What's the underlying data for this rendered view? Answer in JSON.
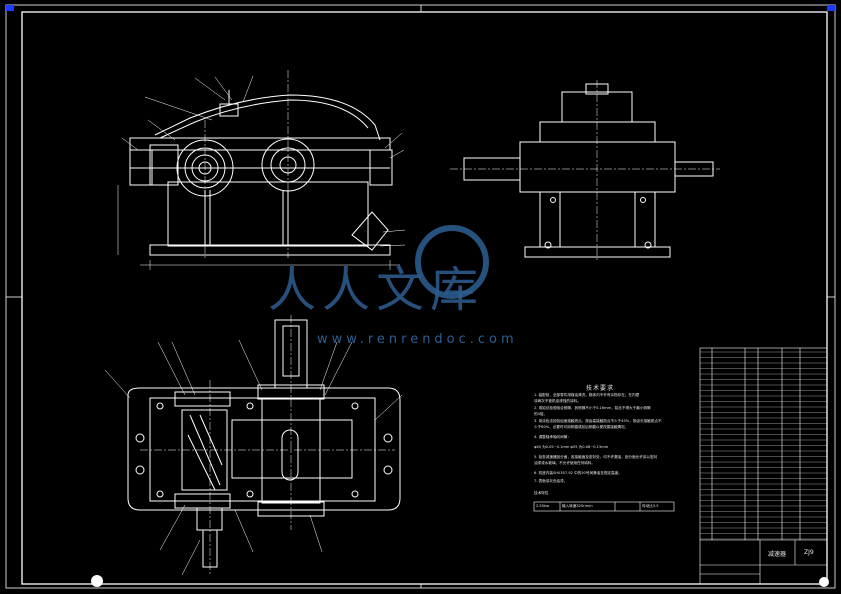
{
  "drawing": {
    "technical_requirements_title": "技术要求",
    "technical_requirements": [
      "1. 装配前，全部零件用煤油清洗，箱体内不许有杂物存在。在内壁",
      "   涂两次不被机油浸蚀的涂料。",
      "2. 用铅丝检验啮合侧隙，其侧隙不小于0.16mm，铅丝不得大于最小侧隙",
      "   的4倍。",
      "3. 用涂色法检验齿面接触斑点，按齿高接触斑点不少于45%，按齿长接触斑点不",
      "   少于60%，必要时可用研磨或刮后研磨以便改善接触情况。",
      "4. 调整轴承轴向间隙：",
      "   φ40 为0.05~0.1mm      φ55 为0.08~0.15mm",
      "5. 检查减速器剖分面，各接触面及密封处，均不许漏油，剖分面允许涂以密封",
      "   油漆或水玻璃，不允许使用任何填料。",
      "6. 机座内装SH0357-92      中的50号润滑油至规定高度。",
      "7. 表面涂灰色油漆。"
    ],
    "spec_label": "技术特性",
    "spec_cells": [
      "2.55kw",
      "输入转速320r/min",
      "传动比3.5"
    ],
    "title_block_name": "减速器",
    "title_block_code": "ZJ9"
  },
  "watermark": {
    "text": "人人文库",
    "url": "www.renrendoc.com",
    "color": "#2e5f93"
  },
  "colors": {
    "background": "#000000",
    "lines": "#ffffff",
    "corner_marker": "#1e3cff"
  }
}
